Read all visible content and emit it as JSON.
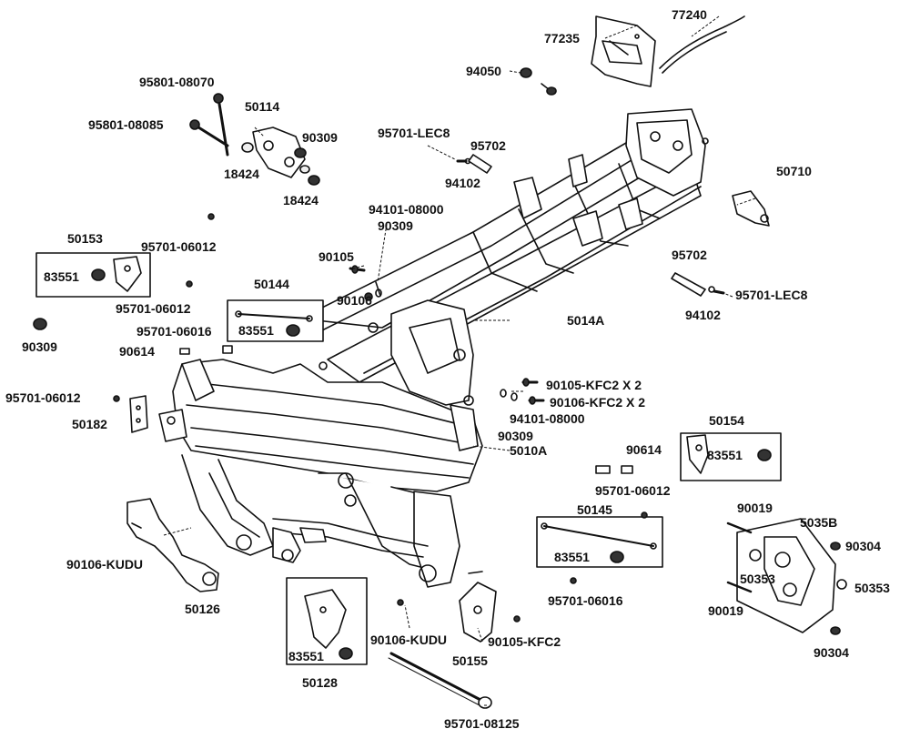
{
  "labels": {
    "l77240": "77240",
    "l77235": "77235",
    "l94050": "94050",
    "l95801_08070": "95801-08070",
    "l50114": "50114",
    "l95801_08085": "95801-08085",
    "l90309_a": "90309",
    "l18424_a": "18424",
    "l18424_b": "18424",
    "l95701_LEC8_a": "95701-LEC8",
    "l95702_a": "95702",
    "l94102_a": "94102",
    "l50710": "50710",
    "l94101_08000_a": "94101-08000",
    "l90309_b": "90309",
    "l50153": "50153",
    "l95701_06012_a": "95701-06012",
    "l83551_a": "83551",
    "l90105_a": "90105",
    "l90106_a": "90106",
    "l95702_b": "95702",
    "l95701_LEC8_b": "95701-LEC8",
    "l94102_b": "94102",
    "l95701_06012_b": "95701-06012",
    "l50144": "50144",
    "l95701_06016_a": "95701-06016",
    "l83551_b": "83551",
    "l90309_c": "90309",
    "l90614_a": "90614",
    "l5014A": "5014A",
    "l90105_KFC2_X2": "90105-KFC2 X 2",
    "l90106_KFC2_X2": "90106-KFC2 X 2",
    "l95701_06012_c": "95701-06012",
    "l94101_08000_b": "94101-08000",
    "l50182": "50182",
    "l90309_d": "90309",
    "l5010A": "5010A",
    "l50154": "50154",
    "l83551_c": "83551",
    "l90614_b": "90614",
    "l95701_06012_d": "95701-06012",
    "l50145": "50145",
    "l90019_a": "90019",
    "l5035B": "5035B",
    "l90304_a": "90304",
    "l50353_a": "50353",
    "l50353_b": "50353",
    "l83551_d": "83551",
    "l90106_KUDU_a": "90106-KUDU",
    "l95701_06016_b": "95701-06016",
    "l90019_b": "90019",
    "l50126": "50126",
    "l90106_KUDU_b": "90106-KUDU",
    "l90105_KFC2": "90105-KFC2",
    "l90304_b": "90304",
    "l83551_e": "83551",
    "l50155": "50155",
    "l50128": "50128",
    "l95701_08125": "95701-08125"
  }
}
